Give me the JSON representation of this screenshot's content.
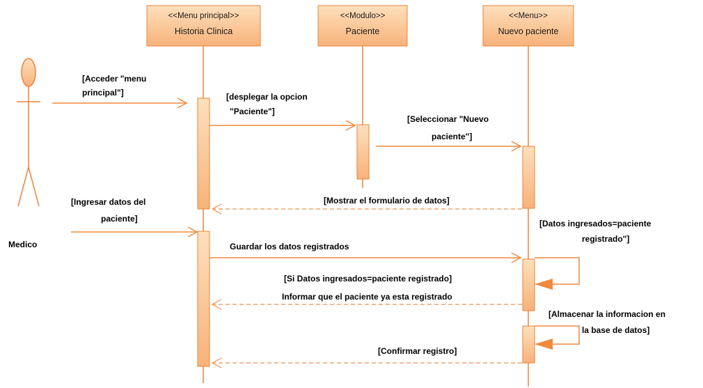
{
  "diagram": {
    "actor": {
      "name": "Medico"
    },
    "lifelines": [
      {
        "stereotype": "<<Menu principal>>",
        "name": "Historia Clinica"
      },
      {
        "stereotype": "<<Modulo>>",
        "name": "Paciente"
      },
      {
        "stereotype": "<<Menu>>",
        "name": "Nuevo paciente"
      }
    ],
    "messages": [
      {
        "lines": [
          "[Acceder \"menu",
          "principal\"]"
        ]
      },
      {
        "lines": [
          "[desplegar la opcion",
          "\"Paciente\"]"
        ]
      },
      {
        "lines": [
          "[Seleccionar \"Nuevo",
          "paciente\"]"
        ]
      },
      {
        "lines": [
          "[Mostrar el formulario de datos]"
        ]
      },
      {
        "lines": [
          "[Ingresar datos del",
          "paciente]"
        ]
      },
      {
        "lines": [
          "Guardar los datos registrados"
        ]
      },
      {
        "lines": [
          "[Datos ingresados=paciente",
          "registrado\"]"
        ]
      },
      {
        "lines": [
          "[Si Datos ingresados=paciente registrado]",
          "Informar que el paciente ya esta registrado"
        ]
      },
      {
        "lines": [
          "[Almacenar la informacion en",
          "la base de datos]"
        ]
      },
      {
        "lines": [
          "[Confirmar registro]"
        ]
      }
    ]
  },
  "colors": {
    "box_fill_top": "#fde0bd",
    "box_fill_bottom": "#f8b27a",
    "box_border": "#e8843a",
    "activation_fill": "#fbc89e",
    "line": "#f08a3c",
    "return_line": "#f4a36a"
  }
}
